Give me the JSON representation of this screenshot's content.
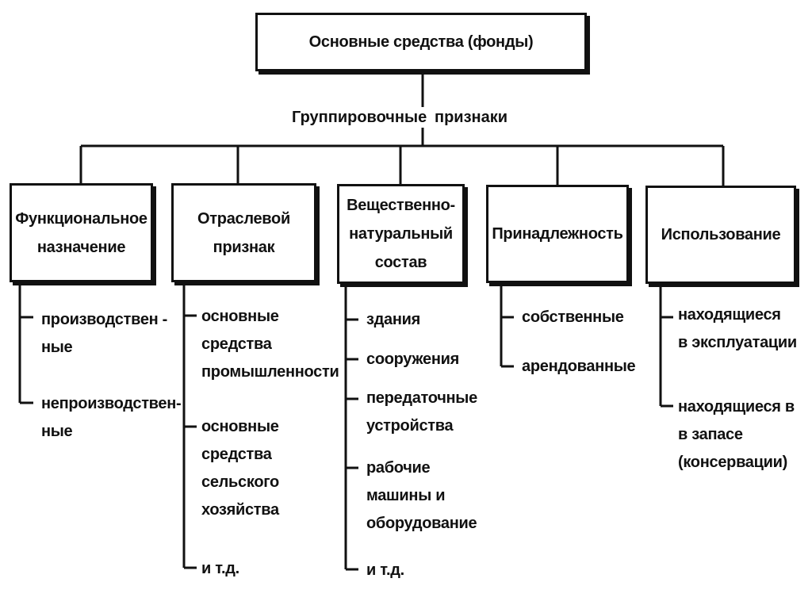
{
  "root": {
    "label": "Основные средства (фонды)"
  },
  "grouping": {
    "left": "Группировочные",
    "right": "признаки"
  },
  "categories": [
    {
      "label": "Функциональное\nназначение",
      "items": [
        "производствен -\nные",
        "непроизводствен-\nные"
      ]
    },
    {
      "label": "Отраслевой\nпризнак",
      "items": [
        "основные\nсредства\nпромышленности",
        "основные\nсредства\nсельского\nхозяйства",
        "и т.д."
      ]
    },
    {
      "label": "Вещественно-\nнатуральный\nсостав",
      "items": [
        "здания",
        "сооружения",
        "передаточные\nустройства",
        "рабочие\nмашины и\nоборудование",
        "и т.д."
      ]
    },
    {
      "label": "Принадлежность",
      "items": [
        "собственные",
        "арендованные"
      ]
    },
    {
      "label": "Использование",
      "items": [
        "находящиеся\nв эксплуатации",
        "находящиеся в\nв запасе\n(консервации)"
      ]
    }
  ]
}
